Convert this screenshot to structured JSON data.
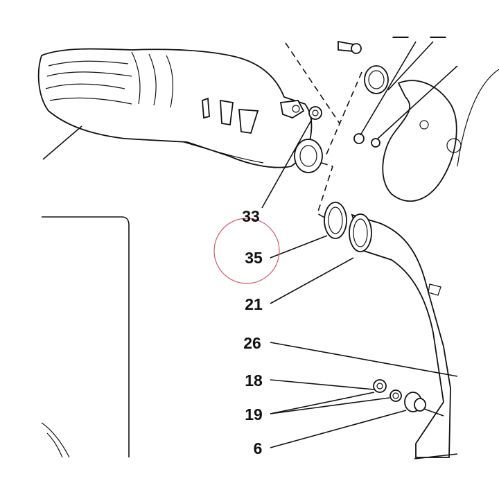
{
  "diagram": {
    "callouts": [
      {
        "id": "c33",
        "label": "33"
      },
      {
        "id": "c35",
        "label": "35"
      },
      {
        "id": "c21",
        "label": "21"
      },
      {
        "id": "c26",
        "label": "26"
      },
      {
        "id": "c18",
        "label": "18"
      },
      {
        "id": "c19",
        "label": "19"
      },
      {
        "id": "c6",
        "label": "6"
      }
    ],
    "highlight_color": "#d05a6a",
    "line_color": "#111111"
  }
}
